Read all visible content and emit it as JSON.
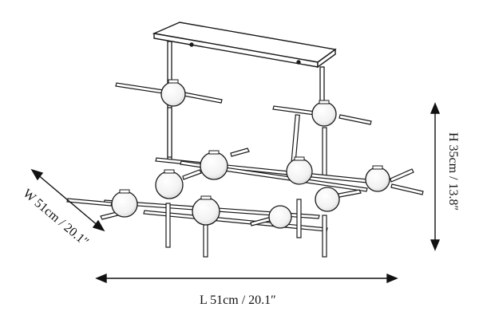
{
  "dimensions": {
    "length_label": "L 51cm / 20.1″",
    "width_label": "W 51cm / 20.1″",
    "height_label": "H 35cm / 13.8″"
  },
  "product": {
    "type": "chandelier line drawing",
    "elements": [
      "ceiling-canopy",
      "suspension-rods",
      "globe-nodes",
      "spoke-arms"
    ]
  },
  "colors": {
    "line": "#1a1a1a",
    "fill": "#ffffff"
  }
}
